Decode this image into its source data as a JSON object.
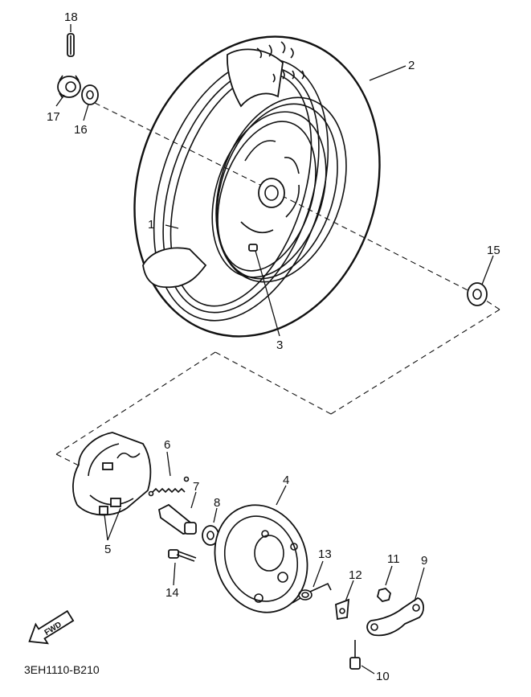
{
  "callouts": {
    "c1": "1",
    "c2": "2",
    "c3": "3",
    "c4": "4",
    "c5": "5",
    "c6": "6",
    "c7": "7",
    "c8": "8",
    "c9": "9",
    "c10": "10",
    "c11": "11",
    "c12": "12",
    "c13": "13",
    "c14": "14",
    "c15": "15",
    "c16": "16",
    "c17": "17",
    "c18": "18"
  },
  "fwd_label": "FWD",
  "diagram_code": "3EH1110-B210"
}
